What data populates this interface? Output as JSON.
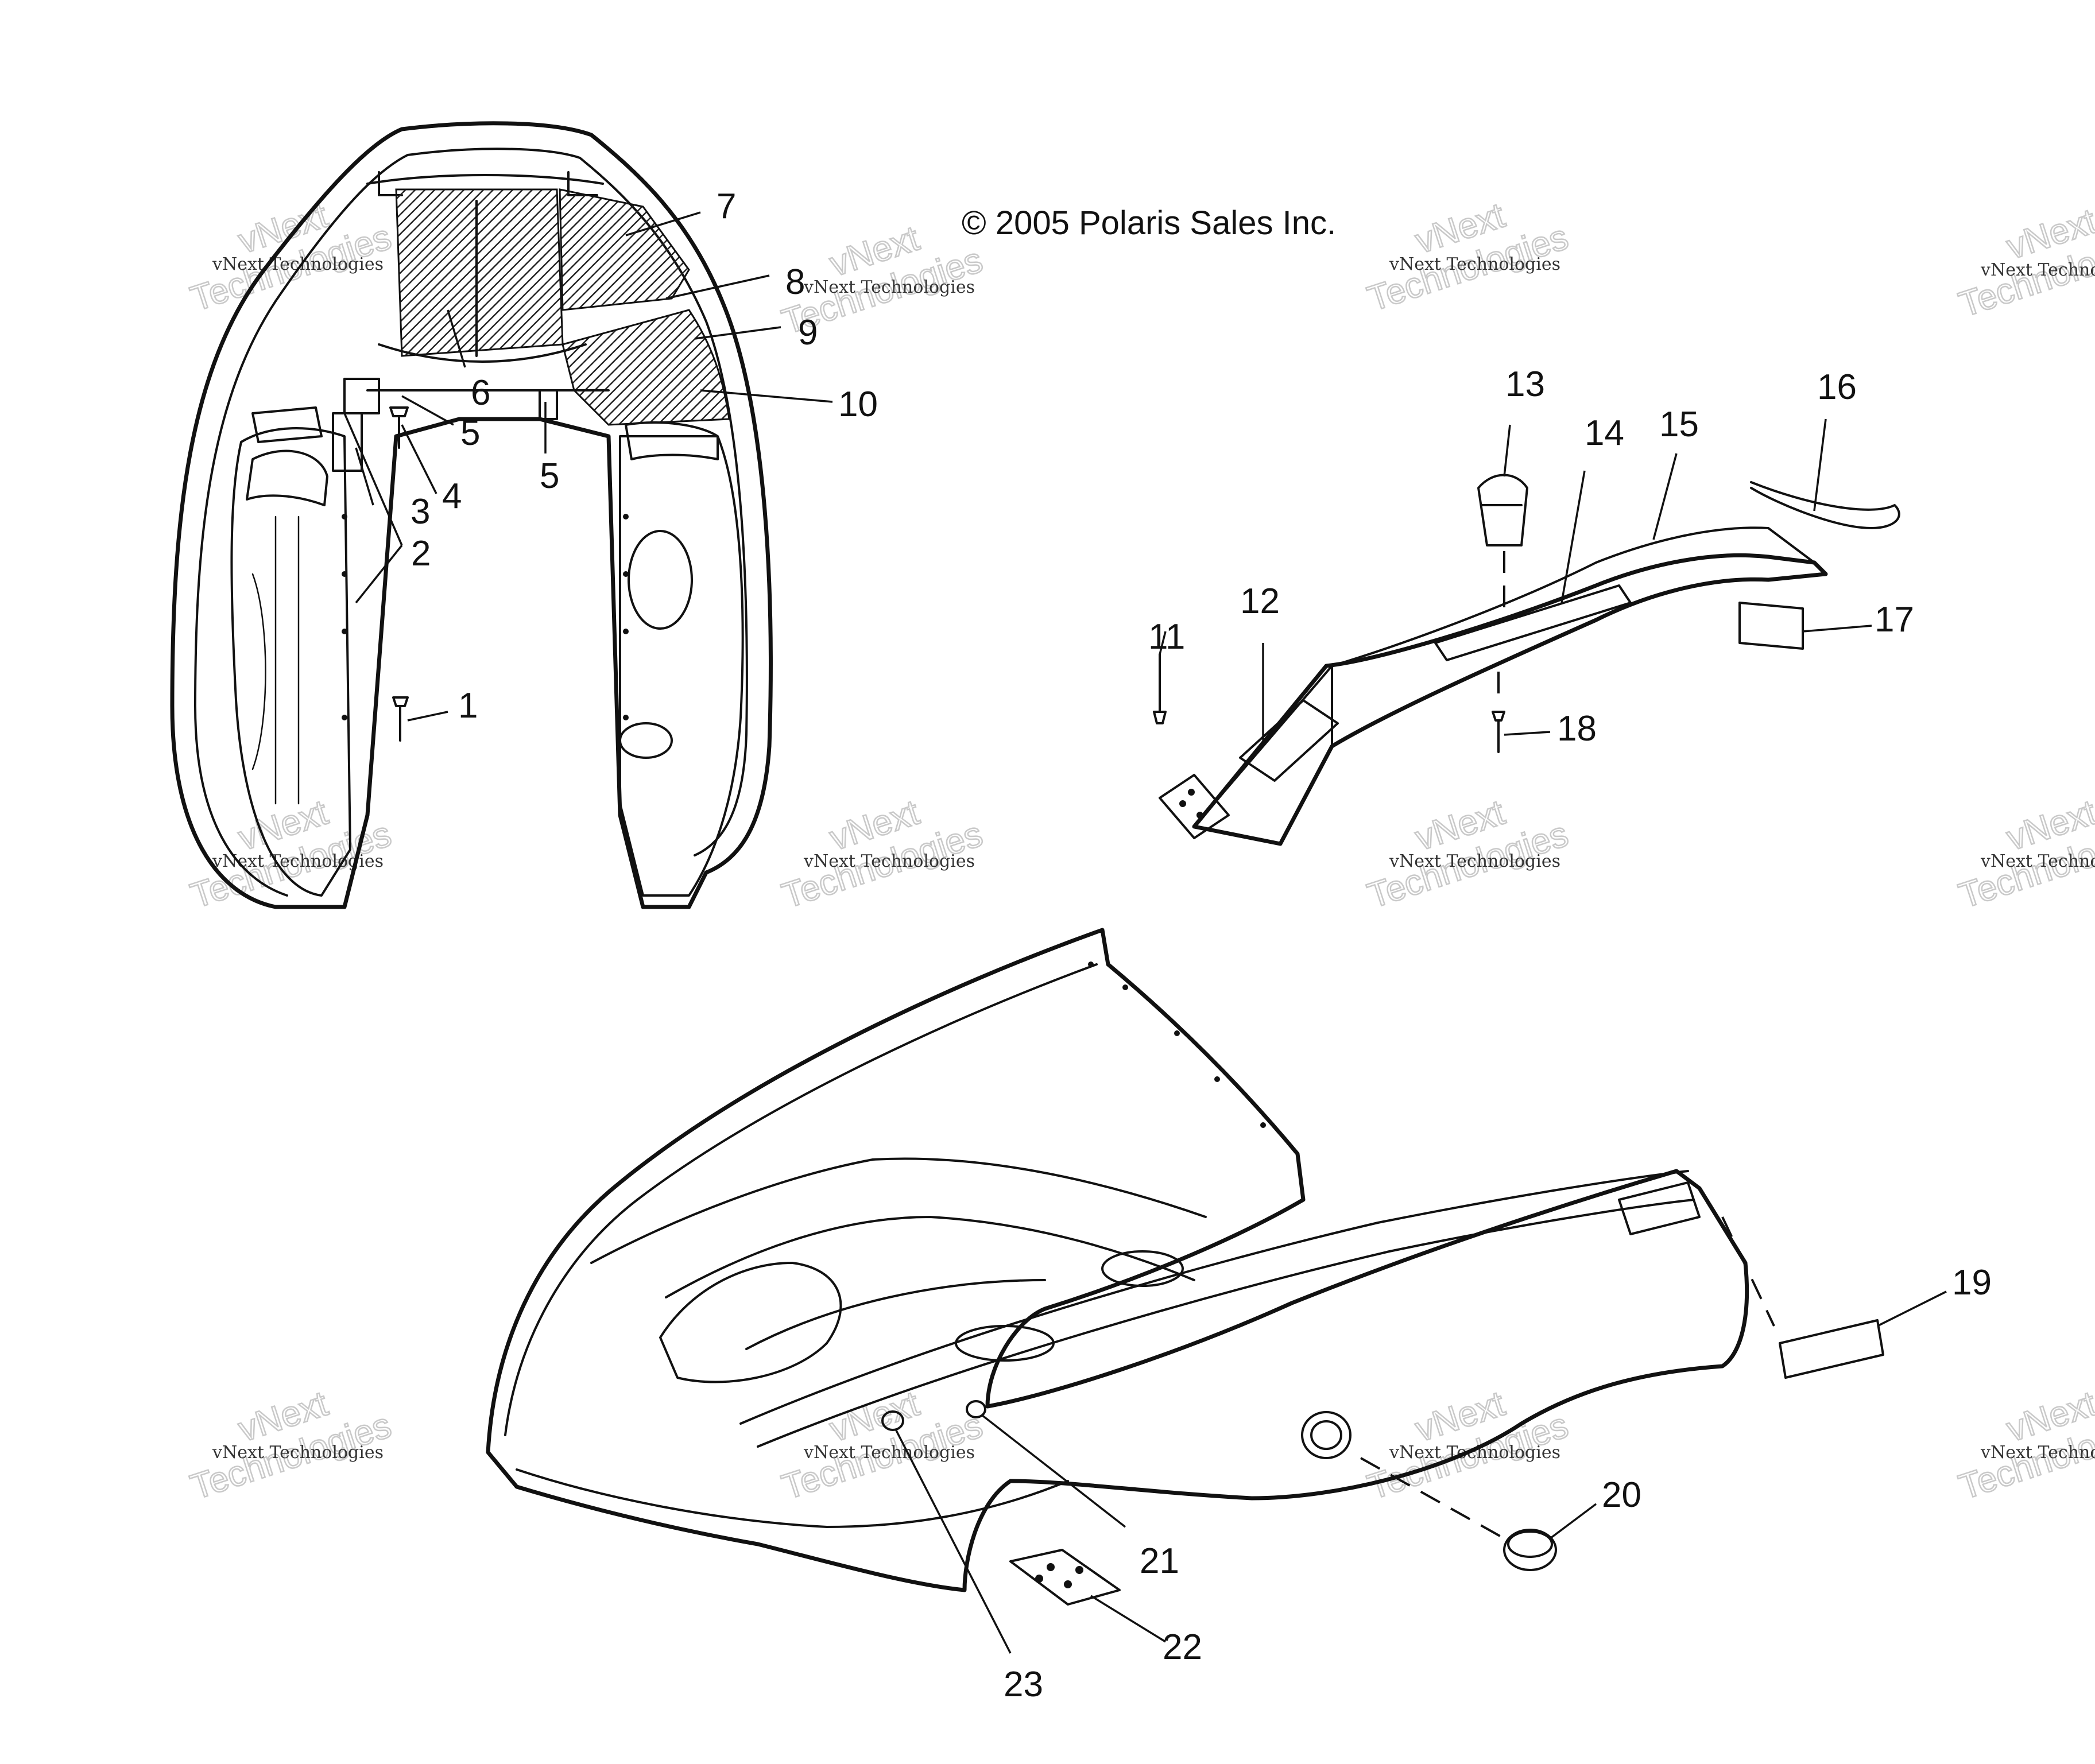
{
  "copyright": "© 2005 Polaris Sales Inc.",
  "watermark": {
    "line1": "vNext Technologies",
    "line2": "vNext",
    "line3": "Technologies"
  },
  "callouts": [
    "1",
    "2",
    "3",
    "4",
    "5",
    "5",
    "6",
    "7",
    "8",
    "9",
    "10",
    "11",
    "12",
    "13",
    "14",
    "15",
    "16",
    "17",
    "18",
    "19",
    "20",
    "21",
    "22",
    "23"
  ]
}
